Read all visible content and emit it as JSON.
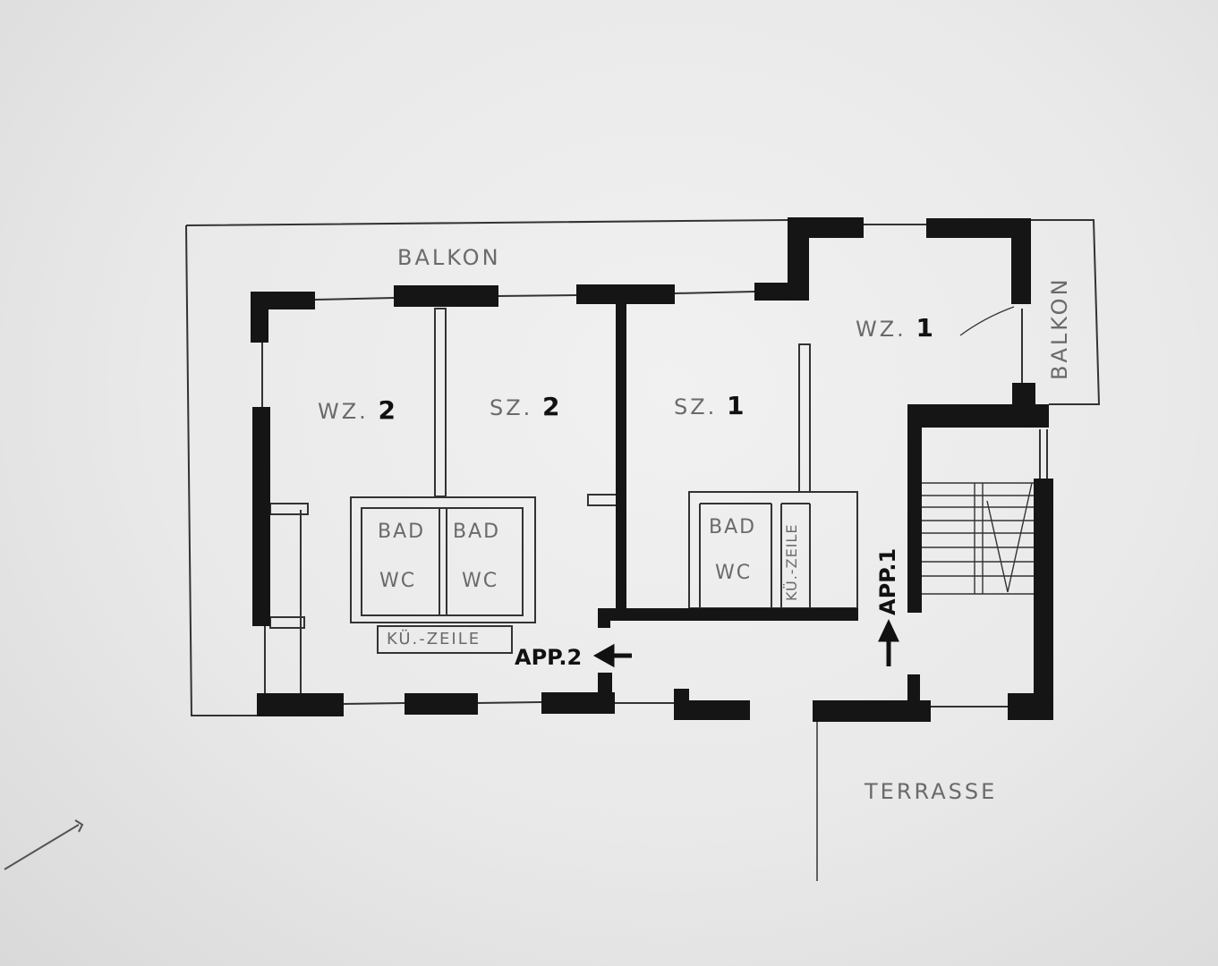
{
  "plan": {
    "type": "hand-drawn floor plan",
    "outline_color": "#1a1a1a",
    "paper_color": "#ececec",
    "labels": {
      "balkon_top": "BALKON",
      "balkon_right": "BALKON",
      "terrasse": "TERRASSE",
      "wz2_text": "WZ.",
      "wz2_num": "2",
      "sz2_text": "SZ.",
      "sz2_num": "2",
      "sz1_text": "SZ.",
      "sz1_num": "1",
      "wz1_text": "WZ.",
      "wz1_num": "1",
      "bad_left": "BAD",
      "wc_left": "WC",
      "bad_mid": "BAD",
      "wc_mid": "WC",
      "bad_right": "BAD",
      "wc_right": "WC",
      "kuezeile_bottom": "KÜ.-ZEILE",
      "kuezeile_vertical": "KÜ.-ZEILE",
      "app2": "APP.2",
      "app1": "APP.1"
    },
    "arrows": {
      "app2": "arrow-left",
      "app1": "arrow-up"
    },
    "rooms": [
      {
        "id": "WZ2",
        "name": "Wohnzimmer 2"
      },
      {
        "id": "SZ2",
        "name": "Schlafzimmer 2"
      },
      {
        "id": "SZ1",
        "name": "Schlafzimmer 1"
      },
      {
        "id": "WZ1",
        "name": "Wohnzimmer 1"
      },
      {
        "id": "stairs",
        "name": "Treppenhaus"
      }
    ]
  }
}
